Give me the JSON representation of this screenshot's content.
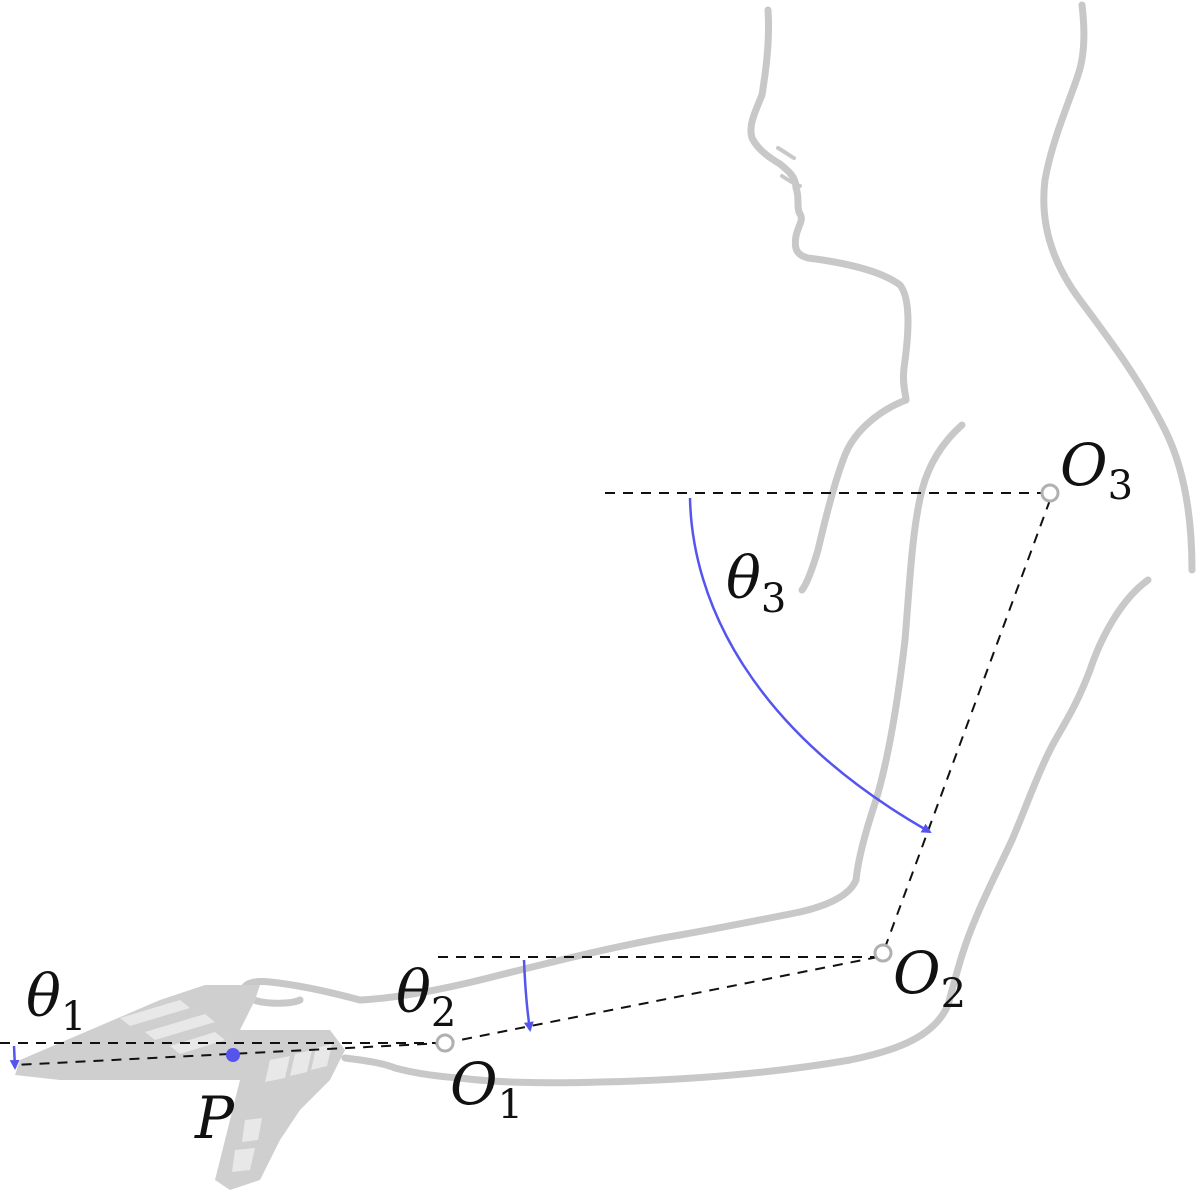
{
  "colors": {
    "accent": "#5555ee",
    "body": "#c8c8c8",
    "lines": "#111111",
    "joint_outline": "#b0b0b0"
  },
  "labels": {
    "theta1": {
      "symbol": "θ",
      "sub": "1"
    },
    "theta2": {
      "symbol": "θ",
      "sub": "2"
    },
    "theta3": {
      "symbol": "θ",
      "sub": "3"
    },
    "o1": {
      "symbol": "O",
      "sub": "1"
    },
    "o2": {
      "symbol": "O",
      "sub": "2"
    },
    "o3": {
      "symbol": "O",
      "sub": "3"
    },
    "p": {
      "symbol": "P"
    }
  }
}
